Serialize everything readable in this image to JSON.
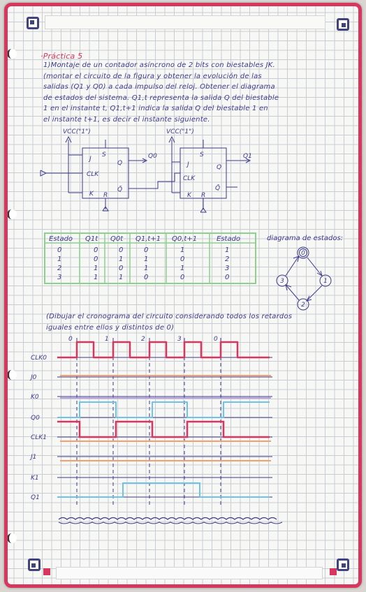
{
  "practice_title": "·Práctica 5",
  "statement_lines": [
    "1)Montaje de un contador asíncrono de 2 bits con biestables JK.",
    "(montar el circuito de la figura y obtener la evolución de las",
    "salidas (Q1 y Q0) a cada impulso del reloj. Obtener el diagrama",
    "de estados del sistema. Q1,t representa la salida Q del biestable",
    "1 en el instante t, Q1,t+1 indica la salida Q del biestable 1 en",
    "el instante t+1, es decir el instante siguiente."
  ],
  "circuit": {
    "vcc_left": "VCC(\"1\")",
    "vcc_right": "VCC(\"1\")",
    "ff_pins": {
      "j": "J",
      "k": "K",
      "clk": "CLK",
      "s": "S",
      "r": "R",
      "q": "Q",
      "qbar": "Q̄"
    },
    "out0": "Q0",
    "out1": "Q1"
  },
  "state_table": {
    "headers": [
      "Estado",
      "Q1t",
      "Q0t",
      "Q1,t+1",
      "Q0,t+1",
      "Estado"
    ],
    "rows": [
      [
        "0",
        "0",
        "0",
        "0",
        "1",
        "1"
      ],
      [
        "1",
        "0",
        "1",
        "1",
        "0",
        "2"
      ],
      [
        "2",
        "1",
        "0",
        "1",
        "1",
        "3"
      ],
      [
        "3",
        "1",
        "1",
        "0",
        "0",
        "0"
      ]
    ]
  },
  "state_diagram": {
    "label": "diagrama de estados:",
    "states": [
      "0",
      "1",
      "2",
      "3"
    ]
  },
  "chrono_statement": [
    "(Dibujar el cronograma del circuito considerando todos los retardos",
    "iguales entre ellos y distintos de 0)"
  ],
  "chrono": {
    "pulse_labels": [
      "0",
      "1",
      "2",
      "3",
      "0"
    ],
    "signals": [
      "CLK0",
      "J0",
      "K0",
      "Q0",
      "CLK1",
      "J1",
      "K1",
      "Q1"
    ]
  },
  "colors": {
    "ink": "#3c3a8c",
    "pink": "#d7375f",
    "green": "#8ed18e",
    "cyan": "#6fc3e8",
    "orange": "#f2a06e",
    "violet": "#a58ad6"
  }
}
